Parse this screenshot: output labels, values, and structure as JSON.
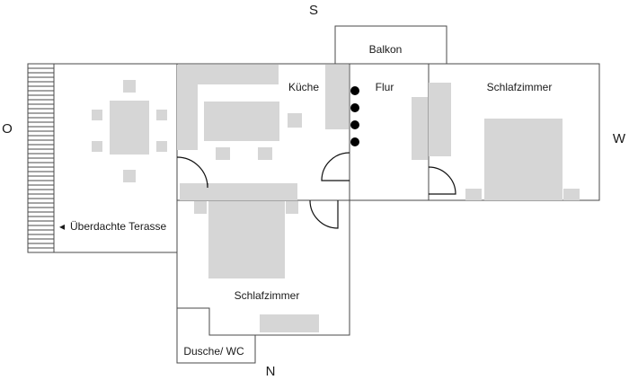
{
  "compass": {
    "north": "N",
    "south": "S",
    "east": "W",
    "west": "O"
  },
  "rooms": {
    "balkon": "Balkon",
    "kueche": "Küche",
    "flur": "Flur",
    "schlafzimmer_right": "Schlafzimmer",
    "terrasse": "Überdachte Terasse",
    "schlafzimmer_bottom": "Schlafzimmer",
    "dusche": "Dusche/ WC"
  },
  "markers": {
    "terrasse_arrow": "◂"
  }
}
